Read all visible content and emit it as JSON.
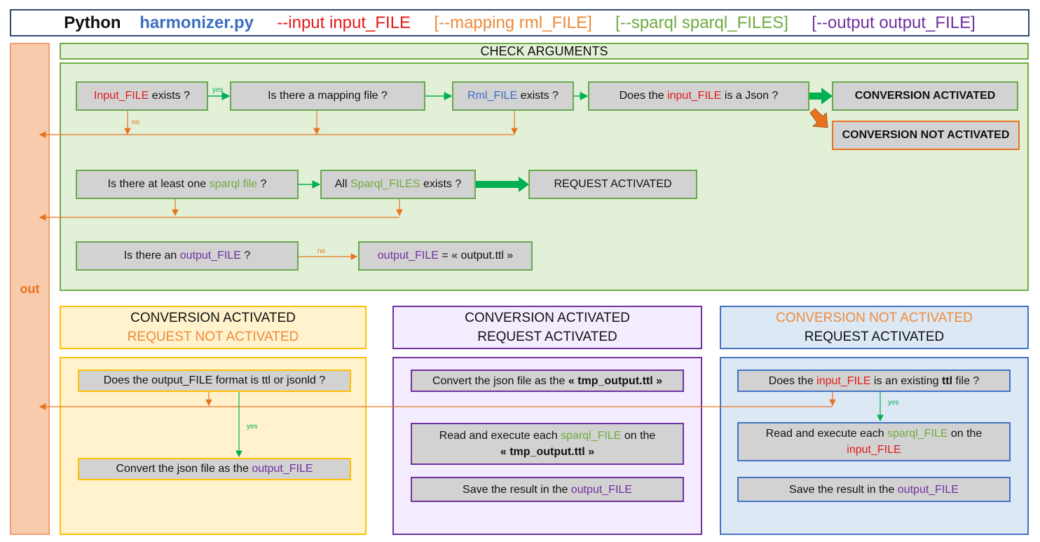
{
  "command": {
    "python": "Python",
    "script": "harmonizer.py",
    "input_arg": "--input input_FILE",
    "mapping_arg": "[--mapping rml_FILE]",
    "sparql_arg": "[--sparql sparql_FILES]",
    "output_arg": "[--output output_FILE]"
  },
  "out_label": "out",
  "check": {
    "title": "CHECK ARGUMENTS",
    "input_exists": {
      "var": "Input_FILE",
      "rest": " exists ?"
    },
    "mapping_q": "Is there a mapping file ?",
    "rml_exists": {
      "var": "Rml_FILE",
      "rest": " exists ?"
    },
    "json_q": {
      "pre": "Does the ",
      "var": "input_FILE",
      "post": " is a Json ?"
    },
    "conversion_activated": "CONVERSION ACTIVATED",
    "conversion_not_activated": "CONVERSION NOT ACTIVATED",
    "sparql_q": {
      "pre": "Is there at least one ",
      "var": "sparql file",
      "post": " ?"
    },
    "sparql_exists": {
      "pre": "All ",
      "var": "Sparql_FILES",
      "post": " exists ?"
    },
    "request_activated": "REQUEST ACTIVATED",
    "output_q": {
      "pre": "Is there an ",
      "var": "output_FILE",
      "post": " ?"
    },
    "output_default": {
      "var": "output_FILE",
      "post": " = « output.ttl »"
    },
    "label_yes": "yes",
    "label_no": "no"
  },
  "panels": {
    "yellow": {
      "line1": "CONVERSION ACTIVATED",
      "line2": "REQUEST NOT ACTIVATED",
      "q": "Does the output_FILE format is ttl or jsonld ?",
      "yes": "yes",
      "step": {
        "pre": "Convert the json file as the ",
        "var": "output_FILE"
      }
    },
    "purple": {
      "line1": "CONVERSION ACTIVATED",
      "line2": "REQUEST ACTIVATED",
      "step1": {
        "pre": "Convert the json file as the ",
        "bold": "« tmp_output.ttl »"
      },
      "step2": {
        "pre": "Read and execute each ",
        "var": "sparql_FILE",
        "post": " on the",
        "bold": "« tmp_output.ttl »"
      },
      "step3": {
        "pre": "Save the result in the ",
        "var": "output_FILE"
      }
    },
    "blue": {
      "line1": "CONVERSION NOT ACTIVATED",
      "line2": "REQUEST ACTIVATED",
      "q": {
        "pre": "Does the ",
        "var": "input_FILE",
        "mid": " is an existing ",
        "bold": "ttl",
        "post": " file ?"
      },
      "yes": "yes",
      "step1": {
        "pre": "Read and execute each ",
        "var": "sparql_FILE",
        "post": " on the",
        "var2": "input_FILE"
      },
      "step2": {
        "pre": "Save the result in the ",
        "var": "output_FILE"
      }
    }
  },
  "colors": {
    "green": "#70ad47",
    "orange": "#e8731f",
    "red": "#e21b1b",
    "blue": "#3b6fc0",
    "purple": "#7030a0",
    "yellow": "#ffc000"
  }
}
